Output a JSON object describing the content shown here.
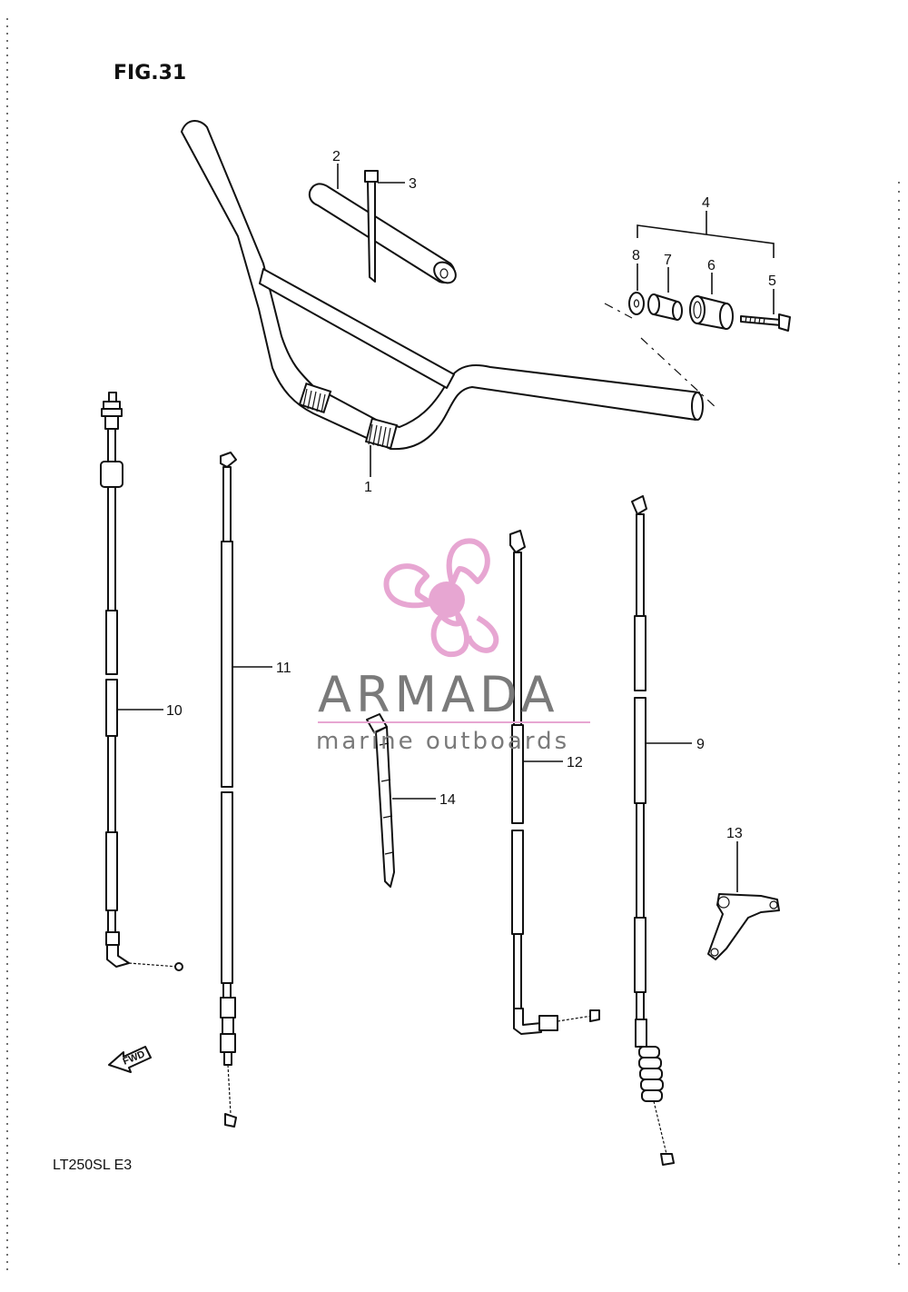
{
  "figure": {
    "title": "FIG.31",
    "model": "LT250SL  E3"
  },
  "fwd_label": "FWD",
  "callouts": [
    {
      "id": "c1",
      "number": "1"
    },
    {
      "id": "c2",
      "number": "2"
    },
    {
      "id": "c3",
      "number": "3"
    },
    {
      "id": "c4",
      "number": "4"
    },
    {
      "id": "c5",
      "number": "5"
    },
    {
      "id": "c6",
      "number": "6"
    },
    {
      "id": "c7",
      "number": "7"
    },
    {
      "id": "c8",
      "number": "8"
    },
    {
      "id": "c9",
      "number": "9"
    },
    {
      "id": "c10",
      "number": "10"
    },
    {
      "id": "c11",
      "number": "11"
    },
    {
      "id": "c12",
      "number": "12"
    },
    {
      "id": "c13",
      "number": "13"
    },
    {
      "id": "c14",
      "number": "14"
    }
  ],
  "watermark": {
    "name": "ARMADA",
    "tagline": "marine outboards",
    "colors": {
      "logo": "#e7a6d2",
      "text": "#7a7a7a",
      "rule": "#e7a6d2"
    }
  }
}
